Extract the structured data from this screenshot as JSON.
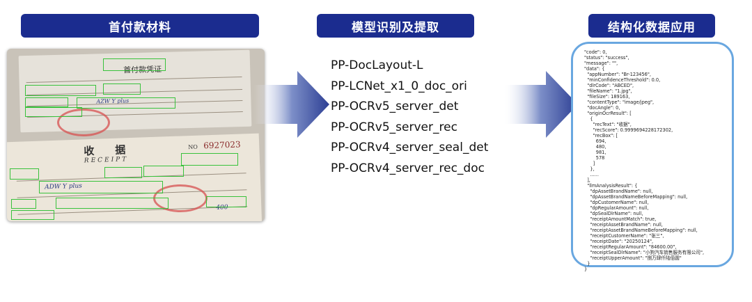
{
  "headers": {
    "input": "首付款材料",
    "models": "模型识别及提取",
    "output": "结构化数据应用"
  },
  "models": [
    "PP-DocLayout-L",
    "PP-LCNet_x1_0_doc_ori",
    "PP-OCRv5_server_det",
    "PP-OCRv5_server_rec",
    "PP-OCRv4_server_seal_det",
    "PP-OCRv4_server_rec_doc"
  ],
  "photo": {
    "voucher_title": "首付款凭证",
    "receipt_title": "收　　据",
    "receipt_subtitle": "RECEIPT",
    "receipt_number_label": "NO",
    "receipt_number": "6927023",
    "handwriting_1": "AZW Y plus",
    "handwriting_2": "ADW Y plus",
    "amount_hand": "400"
  },
  "json_lines": [
    "\"code\": 0,",
    "\"status\": \"success\",",
    "\"message\": \"\",",
    "\"data\": {",
    "  \"appNumber\": \"Br-123456\",",
    "  \"minConfidenceThreshold\": 0.0,",
    "  \"dlrCode\": \"ABCED\",",
    "  \"fileName\": \"1.jpg\",",
    "  \"fileSize\": 189163,",
    "  \"contentType\": \"image/jpeg\",",
    "  \"docAngle\": 0,",
    "  \"originOcrResult\": [",
    "    {",
    "      \"recText\": \"收据\",",
    "      \"recScore\": 0.9999694228172302,",
    "      \"recBox\": [",
    "        694,",
    "        480,",
    "        981,",
    "        578",
    "      ]",
    "    },",
    "    ......",
    "  ],",
    "  \"llmAnalysisResult\": {",
    "    \"dpAssetBrandName\": null,",
    "    \"dpAssetBrandNameBeforeMapping\": null,",
    "    \"dpCustomerName\": null,",
    "    \"dpRegularAmount\": null,",
    "    \"dpSealDlrName\": null,",
    "    \"receiptAmountMatch\": true,",
    "    \"receiptAssetBrandName\": null,",
    "    \"receiptAssetBrandNameBeforeMapping\": null,",
    "    \"receiptCustomerName\": \"张三\",",
    "    \"receiptDate\": \"20250124\",",
    "    \"receiptRegularAmount\": \"84600.00\",",
    "    \"receiptSealDlrName\": \"小狗汽车销售服务有限公司\",",
    "    \"receiptUpperAmount\": \"捌万肆仟陆佰圆\"",
    "  }",
    "}"
  ],
  "colors": {
    "header_bg": "#1b2c8f",
    "frame_border": "#69a7e0",
    "detect_box": "#38c23b",
    "arrow_dark": "#2d3f94"
  }
}
